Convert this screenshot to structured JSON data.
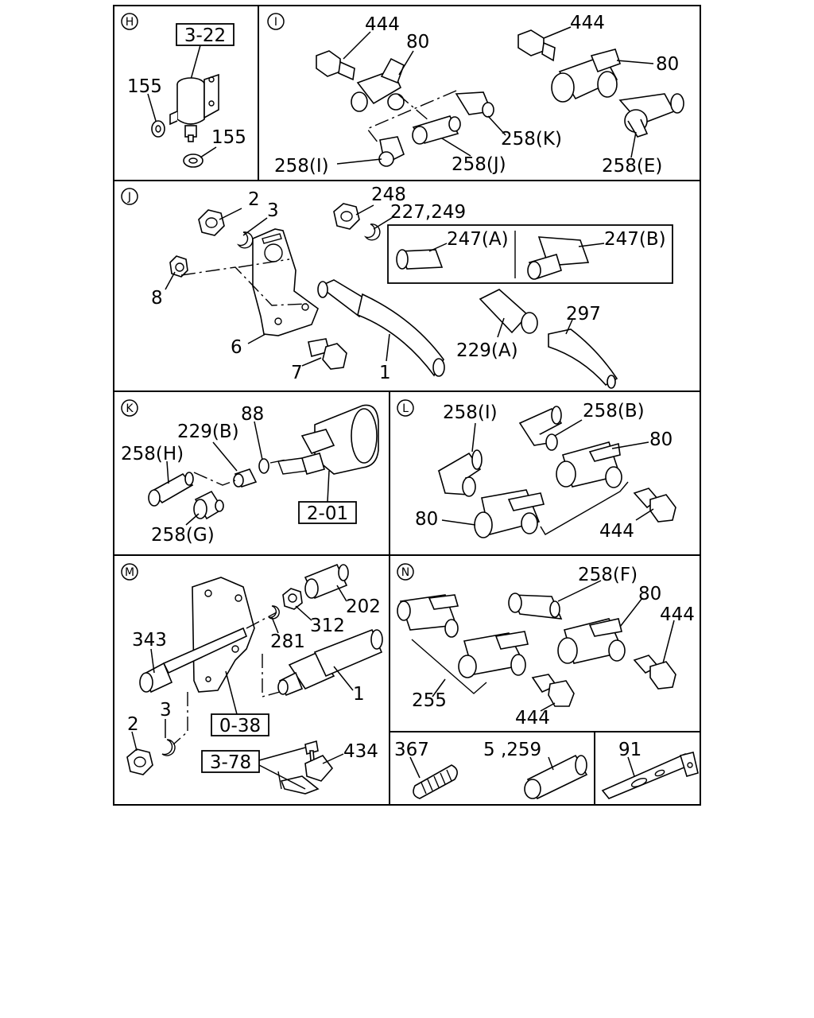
{
  "sections": {
    "H": {
      "letter": "H",
      "ref": "3-22",
      "labels": [
        "155",
        "155"
      ]
    },
    "I": {
      "letter": "I",
      "labels": [
        "444",
        "80",
        "444",
        "80",
        "258(K)",
        "258(I)",
        "258(J)",
        "258(E)"
      ]
    },
    "J": {
      "letter": "J",
      "labels": [
        "2",
        "3",
        "248",
        "227,249",
        "247(A)",
        "247(B)",
        "8",
        "6",
        "7",
        "1",
        "229(A)",
        "297"
      ]
    },
    "K": {
      "letter": "K",
      "ref": "2-01",
      "labels": [
        "88",
        "229(B)",
        "258(H)",
        "258(G)"
      ]
    },
    "L": {
      "letter": "L",
      "labels": [
        "258(I)",
        "258(B)",
        "80",
        "80",
        "444"
      ]
    },
    "M": {
      "letter": "M",
      "refs": [
        "0-38",
        "3-78"
      ],
      "labels": [
        "202",
        "312",
        "281",
        "343",
        "1",
        "3",
        "2",
        "434"
      ]
    },
    "N": {
      "letter": "N",
      "labels": [
        "258(F)",
        "80",
        "444",
        "255",
        "444"
      ]
    },
    "P1": {
      "labels": [
        "367",
        "5 ,259"
      ]
    },
    "P2": {
      "labels": [
        "91"
      ]
    }
  }
}
